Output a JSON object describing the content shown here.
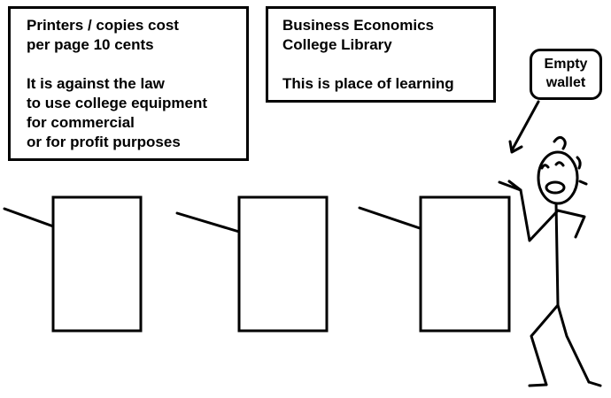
{
  "signs": {
    "printing_policy": {
      "lines": [
        "Printers / copies cost",
        "per page 10 cents",
        "",
        "It is against the law",
        "to use college equipment",
        "for commercial",
        "or for profit purposes"
      ]
    },
    "library": {
      "lines": [
        "Business Economics",
        "College Library",
        "",
        "This is place of learning"
      ]
    }
  },
  "speech_bubble": {
    "lines": [
      "Empty",
      "wallet"
    ]
  },
  "colors": {
    "ink": "#000000",
    "background": "#ffffff"
  },
  "icons": {
    "figure": "stick-figure-icon",
    "devices": "printer-icon"
  }
}
